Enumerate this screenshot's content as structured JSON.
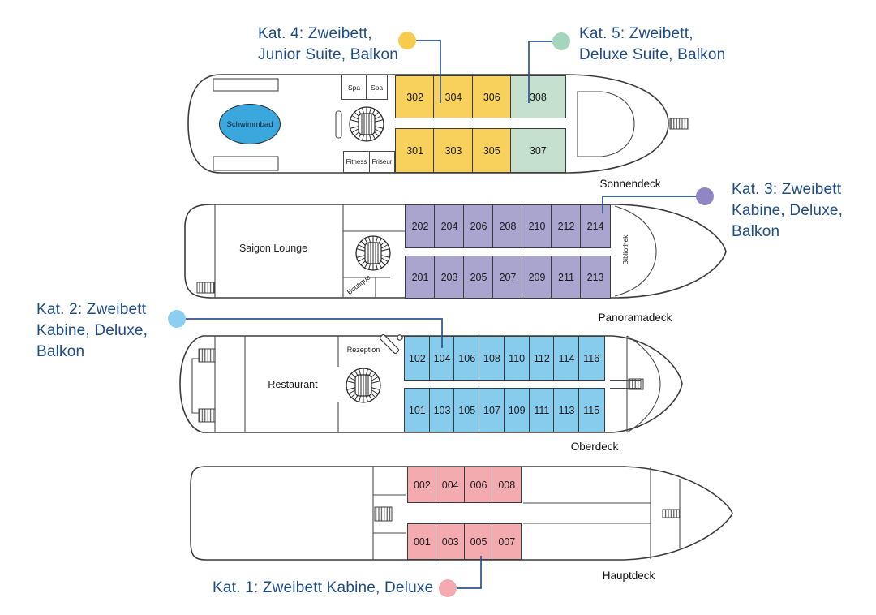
{
  "colors": {
    "kat1": "#F4ABB0",
    "kat2": "#87CCEC",
    "kat3": "#A9A5CF",
    "kat4": "#F7D15C",
    "kat5": "#C6E0CF",
    "dot_kat1": "#F5A9B1",
    "dot_kat2": "#8CCEF2",
    "dot_kat3": "#8E87C3",
    "dot_kat4": "#F7CB4E",
    "dot_kat5": "#A5D5BC",
    "pool": "#3AA8DC",
    "callout_text": "#1E4C87",
    "callout_line": "#2D5691"
  },
  "callouts": {
    "kat4": {
      "line1": "Kat. 4: Zweibett,",
      "line2": "Junior Suite, Balkon"
    },
    "kat5": {
      "line1": "Kat. 5: Zweibett,",
      "line2": "Deluxe Suite, Balkon"
    },
    "kat3": {
      "line1": "Kat. 3: Zweibett",
      "line2": "Kabine, Deluxe,",
      "line3": "Balkon"
    },
    "kat2": {
      "line1": "Kat. 2: Zweibett",
      "line2": "Kabine, Deluxe,",
      "line3": "Balkon"
    },
    "kat1": {
      "line1": "Kat. 1: Zweibett Kabine, Deluxe"
    }
  },
  "decks": [
    {
      "id": "sonnendeck",
      "label": "Sonnendeck",
      "rooms": {
        "pool": "Schwimmbad",
        "spa1": "Spa",
        "spa2": "Spa",
        "fitness": "Fitness",
        "friseur": "Friseur"
      },
      "cabins_top": [
        {
          "n": "302",
          "cat": "kat4"
        },
        {
          "n": "304",
          "cat": "kat4"
        },
        {
          "n": "306",
          "cat": "kat4"
        },
        {
          "n": "308",
          "cat": "kat5"
        }
      ],
      "cabins_bottom": [
        {
          "n": "301",
          "cat": "kat4"
        },
        {
          "n": "303",
          "cat": "kat4"
        },
        {
          "n": "305",
          "cat": "kat4"
        },
        {
          "n": "307",
          "cat": "kat5"
        }
      ]
    },
    {
      "id": "panoramadeck",
      "label": "Panoramadeck",
      "category": "kat3",
      "rooms": {
        "lounge": "Saigon Lounge",
        "boutique": "Boutique",
        "bibliothek": "Bibliothek"
      },
      "cabins_top": [
        {
          "n": "202"
        },
        {
          "n": "204"
        },
        {
          "n": "206"
        },
        {
          "n": "208"
        },
        {
          "n": "210"
        },
        {
          "n": "212"
        },
        {
          "n": "214"
        }
      ],
      "cabins_bottom": [
        {
          "n": "201"
        },
        {
          "n": "203"
        },
        {
          "n": "205"
        },
        {
          "n": "207"
        },
        {
          "n": "209"
        },
        {
          "n": "211"
        },
        {
          "n": "213"
        }
      ]
    },
    {
      "id": "oberdeck",
      "label": "Oberdeck",
      "category": "kat2",
      "rooms": {
        "restaurant": "Restaurant",
        "rezeption": "Rezeption"
      },
      "cabins_top": [
        {
          "n": "102"
        },
        {
          "n": "104"
        },
        {
          "n": "106"
        },
        {
          "n": "108"
        },
        {
          "n": "110"
        },
        {
          "n": "112"
        },
        {
          "n": "114"
        },
        {
          "n": "116"
        }
      ],
      "cabins_bottom": [
        {
          "n": "101"
        },
        {
          "n": "103"
        },
        {
          "n": "105"
        },
        {
          "n": "107"
        },
        {
          "n": "109"
        },
        {
          "n": "111"
        },
        {
          "n": "113"
        },
        {
          "n": "115"
        }
      ]
    },
    {
      "id": "hauptdeck",
      "label": "Hauptdeck",
      "category": "kat1",
      "rooms": {},
      "cabins_top": [
        {
          "n": "002"
        },
        {
          "n": "004"
        },
        {
          "n": "006"
        },
        {
          "n": "008"
        }
      ],
      "cabins_bottom": [
        {
          "n": "001"
        },
        {
          "n": "003"
        },
        {
          "n": "005"
        },
        {
          "n": "007"
        }
      ]
    }
  ]
}
